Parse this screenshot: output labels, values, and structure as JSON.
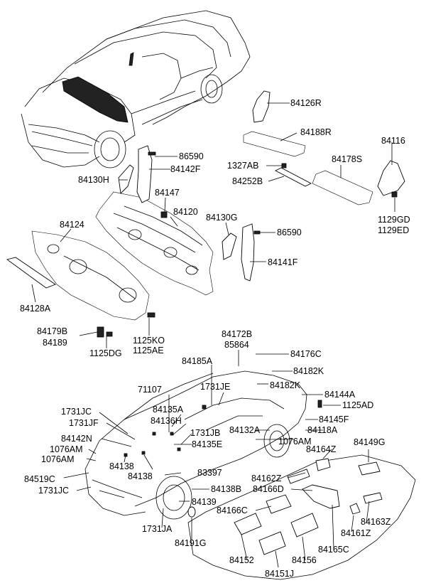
{
  "labels": {
    "p84126R": "84126R",
    "p84188R": "84188R",
    "p84116": "84116",
    "p86590a": "86590",
    "p84142F": "84142F",
    "p1327AB": "1327AB",
    "p84178S": "84178S",
    "p84130H": "84130H",
    "p84252B": "84252B",
    "p84147": "84147",
    "p84120": "84120",
    "p1129GD": "1129GD",
    "p1129ED": "1129ED",
    "p84130G": "84130G",
    "p86590b": "86590",
    "p84124": "84124",
    "p84141F": "84141F",
    "p84128A": "84128A",
    "p84179B": "84179B",
    "p84189": "84189",
    "p1125KO": "1125KO",
    "p1125AE": "1125AE",
    "p1125DG": "1125DG",
    "p84172B": "84172B",
    "p85864": "85864",
    "p84176C": "84176C",
    "p84185A": "84185A",
    "p84182Ka": "84182K",
    "p71107": "71107",
    "p1731JEa": "1731JE",
    "p84182Kb": "84182K",
    "p84144A": "84144A",
    "p84135A": "84135A",
    "p1125AD": "1125AD",
    "p1731JC": "1731JC",
    "p84136H": "84136H",
    "p84145F": "84145F",
    "p1731JF": "1731JF",
    "p1731JB": "1731JB",
    "p84132A": "84132A",
    "p84118A": "84118A",
    "p84142N": "84142N",
    "p1076AMa": "1076AM",
    "p84135E": "84135E",
    "p1076AMb": "1076AM",
    "p1076AMc": "1076AM",
    "p84164Z": "84164Z",
    "p84149G": "84149G",
    "p84138a": "84138",
    "p84138b": "84138",
    "p83397": "83397",
    "p84519C": "84519C",
    "p84162Z": "84162Z",
    "p84166Da": "84166D",
    "p84138B": "84138B",
    "p1731JCb": "1731JC",
    "p84139": "84139",
    "p84166C": "84166C",
    "p84163Z": "84163Z",
    "p84161Z": "84161Z",
    "p1731JA": "1731JA",
    "p84191G": "84191G",
    "p84165C": "84165C",
    "p84152": "84152",
    "p84156": "84156",
    "p84151J": "84151J"
  }
}
